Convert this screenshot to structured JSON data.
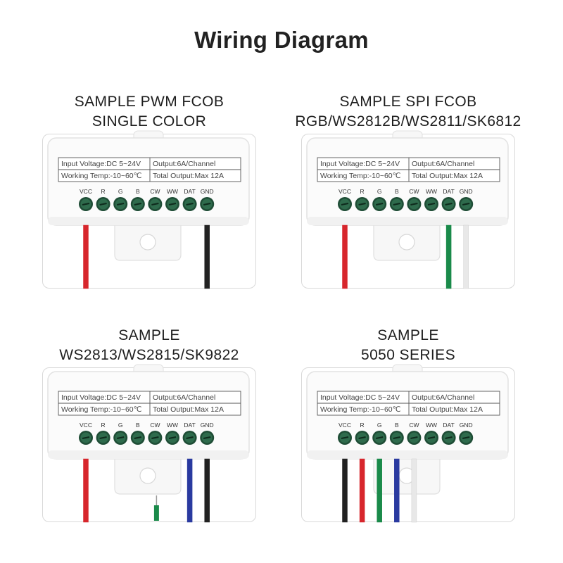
{
  "title": "Wiring Diagram",
  "panels": [
    {
      "title_lines": [
        "SAMPLE PWM FCOB",
        "SINGLE COLOR"
      ],
      "spec": {
        "input_voltage": "Input Voltage:DC 5~24V",
        "output": "Output:6A/Channel",
        "working_temp": "Working Temp:-10~60℃",
        "total_output": "Total Output:Max 12A"
      },
      "terminals": [
        "VCC",
        "R",
        "G",
        "B",
        "CW",
        "WW",
        "DAT",
        "GND"
      ],
      "wires": [
        {
          "terminal": "VCC",
          "color": "#d7262c"
        },
        {
          "terminal": "GND",
          "color": "#222222"
        }
      ]
    },
    {
      "title_lines": [
        "SAMPLE SPI FCOB",
        "RGB/WS2812B/WS2811/SK6812"
      ],
      "spec": {
        "input_voltage": "Input Voltage:DC 5~24V",
        "output": "Output:6A/Channel",
        "working_temp": "Working Temp:-10~60℃",
        "total_output": "Total Output:Max 12A"
      },
      "terminals": [
        "VCC",
        "R",
        "G",
        "B",
        "CW",
        "WW",
        "DAT",
        "GND"
      ],
      "wires": [
        {
          "terminal": "VCC",
          "color": "#d7262c"
        },
        {
          "terminal": "DAT",
          "color": "#1a8a4a"
        },
        {
          "terminal": "GND",
          "color": "#e8e8e8"
        }
      ]
    },
    {
      "title_lines": [
        "SAMPLE",
        "WS2813/WS2815/SK9822"
      ],
      "spec": {
        "input_voltage": "Input Voltage:DC 5~24V",
        "output": "Output:6A/Channel",
        "working_temp": "Working Temp:-10~60℃",
        "total_output": "Total Output:Max 12A"
      },
      "terminals": [
        "VCC",
        "R",
        "G",
        "B",
        "CW",
        "WW",
        "DAT",
        "GND"
      ],
      "wires": [
        {
          "terminal": "VCC",
          "color": "#d7262c"
        },
        {
          "terminal": "DAT",
          "color": "#2a3aa0"
        },
        {
          "terminal": "GND",
          "color": "#222222"
        },
        {
          "terminal": "extra",
          "color": "#1a8a4a"
        }
      ]
    },
    {
      "title_lines": [
        "SAMPLE",
        "5050 SERIES"
      ],
      "spec": {
        "input_voltage": "Input Voltage:DC 5~24V",
        "output": "Output:6A/Channel",
        "working_temp": "Working Temp:-10~60℃",
        "total_output": "Total Output:Max 12A"
      },
      "terminals": [
        "VCC",
        "R",
        "G",
        "B",
        "CW",
        "WW",
        "DAT",
        "GND"
      ],
      "wires": [
        {
          "terminal": "VCC",
          "color": "#222222"
        },
        {
          "terminal": "R",
          "color": "#d7262c"
        },
        {
          "terminal": "G",
          "color": "#1a8a4a"
        },
        {
          "terminal": "B",
          "color": "#2a3aa0"
        },
        {
          "terminal": "CW",
          "color": "#e8e8e8"
        }
      ]
    }
  ]
}
